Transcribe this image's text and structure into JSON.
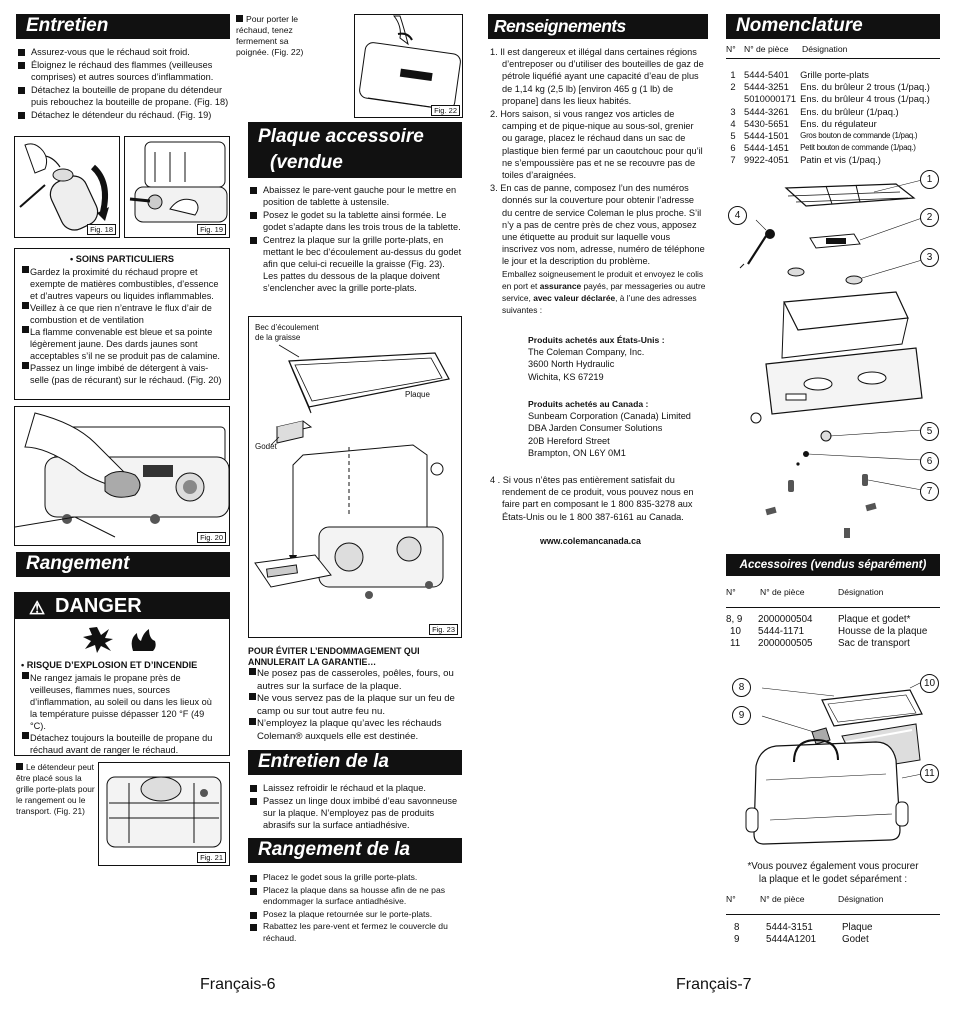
{
  "left_page": {
    "entretien": {
      "title": "Entretien",
      "items": [
        "Assurez-vous que le réchaud soit froid.",
        "Éloignez le réchaud des flammes (veilleuses comprises) et autres sources d’inflammation.",
        "Détachez la bouteille de propane du détendeur puis rebouchez la bouteille de propane. (Fig. 18)",
        "Détachez le détendeur du réchaud. (Fig. 19)"
      ],
      "fig18": "Fig. 18",
      "fig19": "Fig. 19"
    },
    "soins": {
      "title": "• SOINS PARTICULIERS",
      "items": [
        "Gardez la proximité du réchaud propre et exempte de matières combustibles, d’essence et d’autres vapeurs ou liquides inflammables.",
        "Veillez à ce que rien n’entrave le flux d’air de combustion et de ventilation",
        "La flamme convenable est bleue et sa pointe légèrement jaune. Des dards jaunes sont acceptables s’il ne se produit pas de calamine.",
        "Passez un linge imbibé de détergent à vais-selle (pas de récurant) sur le réchaud. (Fig. 20)"
      ],
      "fig20": "Fig. 20"
    },
    "rangement": {
      "title": "Rangement",
      "danger_title": "DANGER",
      "risk_title": "• RISQUE D’EXPLOSION ET D’INCENDIE",
      "risk_items": [
        "Ne rangez jamais le propane près de veilleuses, flammes nues, sources d’inflammation, au soleil ou dans les lieux où la température puisse dépasser 120 °F (49 °C).",
        "Détachez toujours la bouteille de propane du réchaud avant de ranger le réchaud."
      ],
      "regulator_note": "Le détendeur peut être placé sous la grille porte-plats pour le rangement ou le transport. (Fig. 21)",
      "fig21": "Fig. 21"
    },
    "transport": {
      "item": "Pour porter le réchaud, tenez fermement sa poignée. (Fig. 22)",
      "fig22": "Fig. 22"
    },
    "plaque_accessoire": {
      "title_line1": "Plaque accessoire",
      "title_line2": "(vendue séparément)",
      "items": [
        "Abaissez le pare-vent gauche pour le mettre en position de tablette à ustensile.",
        "Posez le godet su la tablette ainsi formée. Le godet s’adapte dans les trois trous de la tablette.",
        "Centrez la plaque sur la grille porte-plats, en mettant le bec d’écoulement au-dessus du godet afin que celui-ci recueille la graisse (Fig. 23). Les pattes du dessous de la plaque doivent s’enclencher avec la grille porte-plats."
      ],
      "label_bec_1": "Bec d’écoulement",
      "label_bec_2": "de la graisse",
      "label_plaque": "Plaque",
      "label_godet": "Godet",
      "fig23": "Fig. 23"
    },
    "warning": {
      "title_line1": "POUR ÉVITER L’ENDOMMAGEMENT QUI",
      "title_line2": "ANNULERAIT LA GARANTIE…",
      "items": [
        "Ne posez pas de casseroles, poêles, fours, ou autres sur la surface de la plaque.",
        "Ne vous servez pas de la plaque sur un feu de camp ou sur tout autre feu nu.",
        "N’employez la plaque qu’avec les réchauds Coleman® auxquels elle est destinée."
      ]
    },
    "entretien_plaque": {
      "title": "Entretien de la plaque",
      "items": [
        "Laissez refroidir le réchaud et la plaque.",
        "Passez un linge doux imbibé d’eau savonneuse sur la plaque. N’employez pas de produits abrasifs sur la surface antiadhésive."
      ]
    },
    "rangement_plaque": {
      "title": "Rangement de la plaque",
      "items": [
        "Placez le godet sous la grille porte-plats.",
        "Placez la plaque dans sa housse afin de ne pas endommager la surface antiadhésive.",
        "Posez la plaque retournée sur le porte-plats.",
        "Rabattez les pare-vent et fermez le couvercle du réchaud."
      ]
    },
    "footer": "Français-6"
  },
  "right_page": {
    "renseignements": {
      "title": "Renseignements essentiels",
      "item1": "1. Il est dangereux et illégal dans certaines régions d’entreposer ou d’utiliser des bouteilles de gaz de pétrole liquéfié ayant une capacité d’eau de plus de 1,14 kg (2,5 lb) [environ 465 g (1 lb) de propane] dans les lieux habités.",
      "item2": "2. Hors saison, si vous rangez vos articles de camping et de pique-nique au sous-sol, grenier ou garage, placez le réchaud dans un sac de plastique bien fermé par un caoutchouc pour qu’il ne s’empoussière pas et ne se recouvre pas de toiles d’araignées.",
      "item3": "3. En cas de panne, composez l’un des numéros donnés sur la couverture pour obtenir l’adresse du centre de service Coleman le plus proche. S’il n’y a pas de centre près de chez vous, apposez une étiquette au produit sur laquelle vous inscrivez vos nom, adresse, numéro de téléphone le jour et la description du problème.",
      "item3_small": "Emballez soigneusement le produit et envoyez le colis en port et",
      "item3_bold1": "assurance",
      "item3_small2": "payés, par messageries ou autre service,",
      "item3_bold2": "avec valeur déclarée",
      "item3_small3": ", à l’une des adresses suivantes :",
      "us_title": "Produits achetés aux États-Unis :",
      "us_lines": [
        "The Coleman Company, Inc.",
        "3600 North Hydraulic",
        "Wichita, KS 67219"
      ],
      "ca_title": "Produits achetés au Canada :",
      "ca_lines": [
        "Sunbeam Corporation (Canada) Limited",
        "DBA Jarden Consumer Solutions",
        "20B Hereford Street",
        "Brampton, ON  L6Y 0M1"
      ],
      "item4": "4 . Si vous n’êtes pas entièrement satisfait du rendement de ce produit, vous pouvez nous en faire part en composant le 1 800 835-3278 aux États-Unis ou le 1 800 387-6161 au Canada.",
      "website": "www.colemancanada.ca"
    },
    "nomenclature": {
      "title": "Nomenclature",
      "col_no": "N°",
      "col_part": "N° de pièce",
      "col_desc": "Désignation",
      "rows": [
        {
          "n": "1",
          "part": "5444-5401",
          "desc": "Grille porte-plats"
        },
        {
          "n": "2",
          "part": "5444-3251",
          "desc": "Ens. du brûleur 2 trous (1/paq.)"
        },
        {
          "n": "",
          "part": "5010000171",
          "desc": "Ens. du brûleur 4 trous  (1/paq.)"
        },
        {
          "n": "3",
          "part": "5444-3261",
          "desc": "Ens. du brûleur (1/paq.)"
        },
        {
          "n": "4",
          "part": "5430-5651",
          "desc": "Ens. du régulateur"
        },
        {
          "n": "5",
          "part": "5444-1501",
          "desc": "Gros bouton de commande (1/paq.)"
        },
        {
          "n": "6",
          "part": "5444-1451",
          "desc": "Petit bouton de commande (1/paq.)"
        },
        {
          "n": "7",
          "part": "9922-4051",
          "desc": "Patin et vis (1/paq.)"
        }
      ],
      "callouts": [
        "1",
        "2",
        "3",
        "4",
        "5",
        "6",
        "7"
      ]
    },
    "accessoires": {
      "title": "Accessoires (vendus séparément)",
      "col_no": "N°",
      "col_part": "N° de pièce",
      "col_desc": "Désignation",
      "rows": [
        {
          "n": "8, 9",
          "part": "2000000504",
          "desc": "Plaque et godet*"
        },
        {
          "n": "10",
          "part": "5444-1171",
          "desc": "Housse de la plaque"
        },
        {
          "n": "11",
          "part": "2000000505",
          "desc": "Sac de transport"
        }
      ],
      "callouts": [
        "8",
        "9",
        "10",
        "11"
      ],
      "note_line1": "*Vous pouvez également vous procurer",
      "note_line2": "la plaque et le godet séparément :",
      "rows2": [
        {
          "n": "8",
          "part": "5444-3151",
          "desc": "Plaque"
        },
        {
          "n": "9",
          "part": "5444A1201",
          "desc": "Godet"
        }
      ]
    },
    "footer": "Français-7"
  }
}
